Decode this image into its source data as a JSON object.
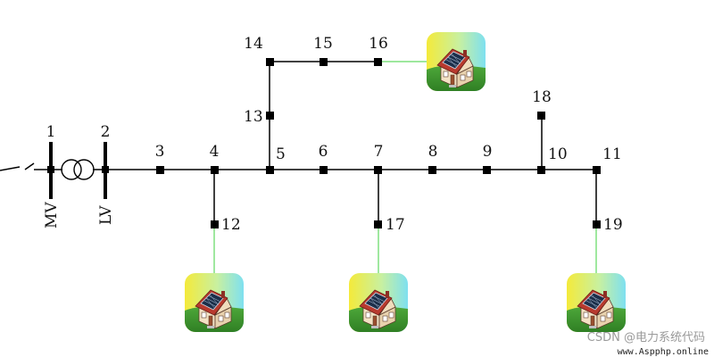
{
  "diagram": {
    "nodes": [
      "1",
      "2",
      "3",
      "4",
      "5",
      "6",
      "7",
      "8",
      "9",
      "10",
      "11",
      "12",
      "13",
      "14",
      "15",
      "16",
      "17",
      "18",
      "19"
    ],
    "bus_labels": {
      "mv": "MV",
      "lv": "LV"
    },
    "pv_houses": [
      "16",
      "12",
      "17",
      "19"
    ]
  },
  "colors": {
    "line": "#000000",
    "pv_link": "#7fe07f",
    "node": "#000000"
  },
  "watermark": {
    "csdn": "CSDN @电力系统代码",
    "site": "www.Aspphp.online"
  }
}
